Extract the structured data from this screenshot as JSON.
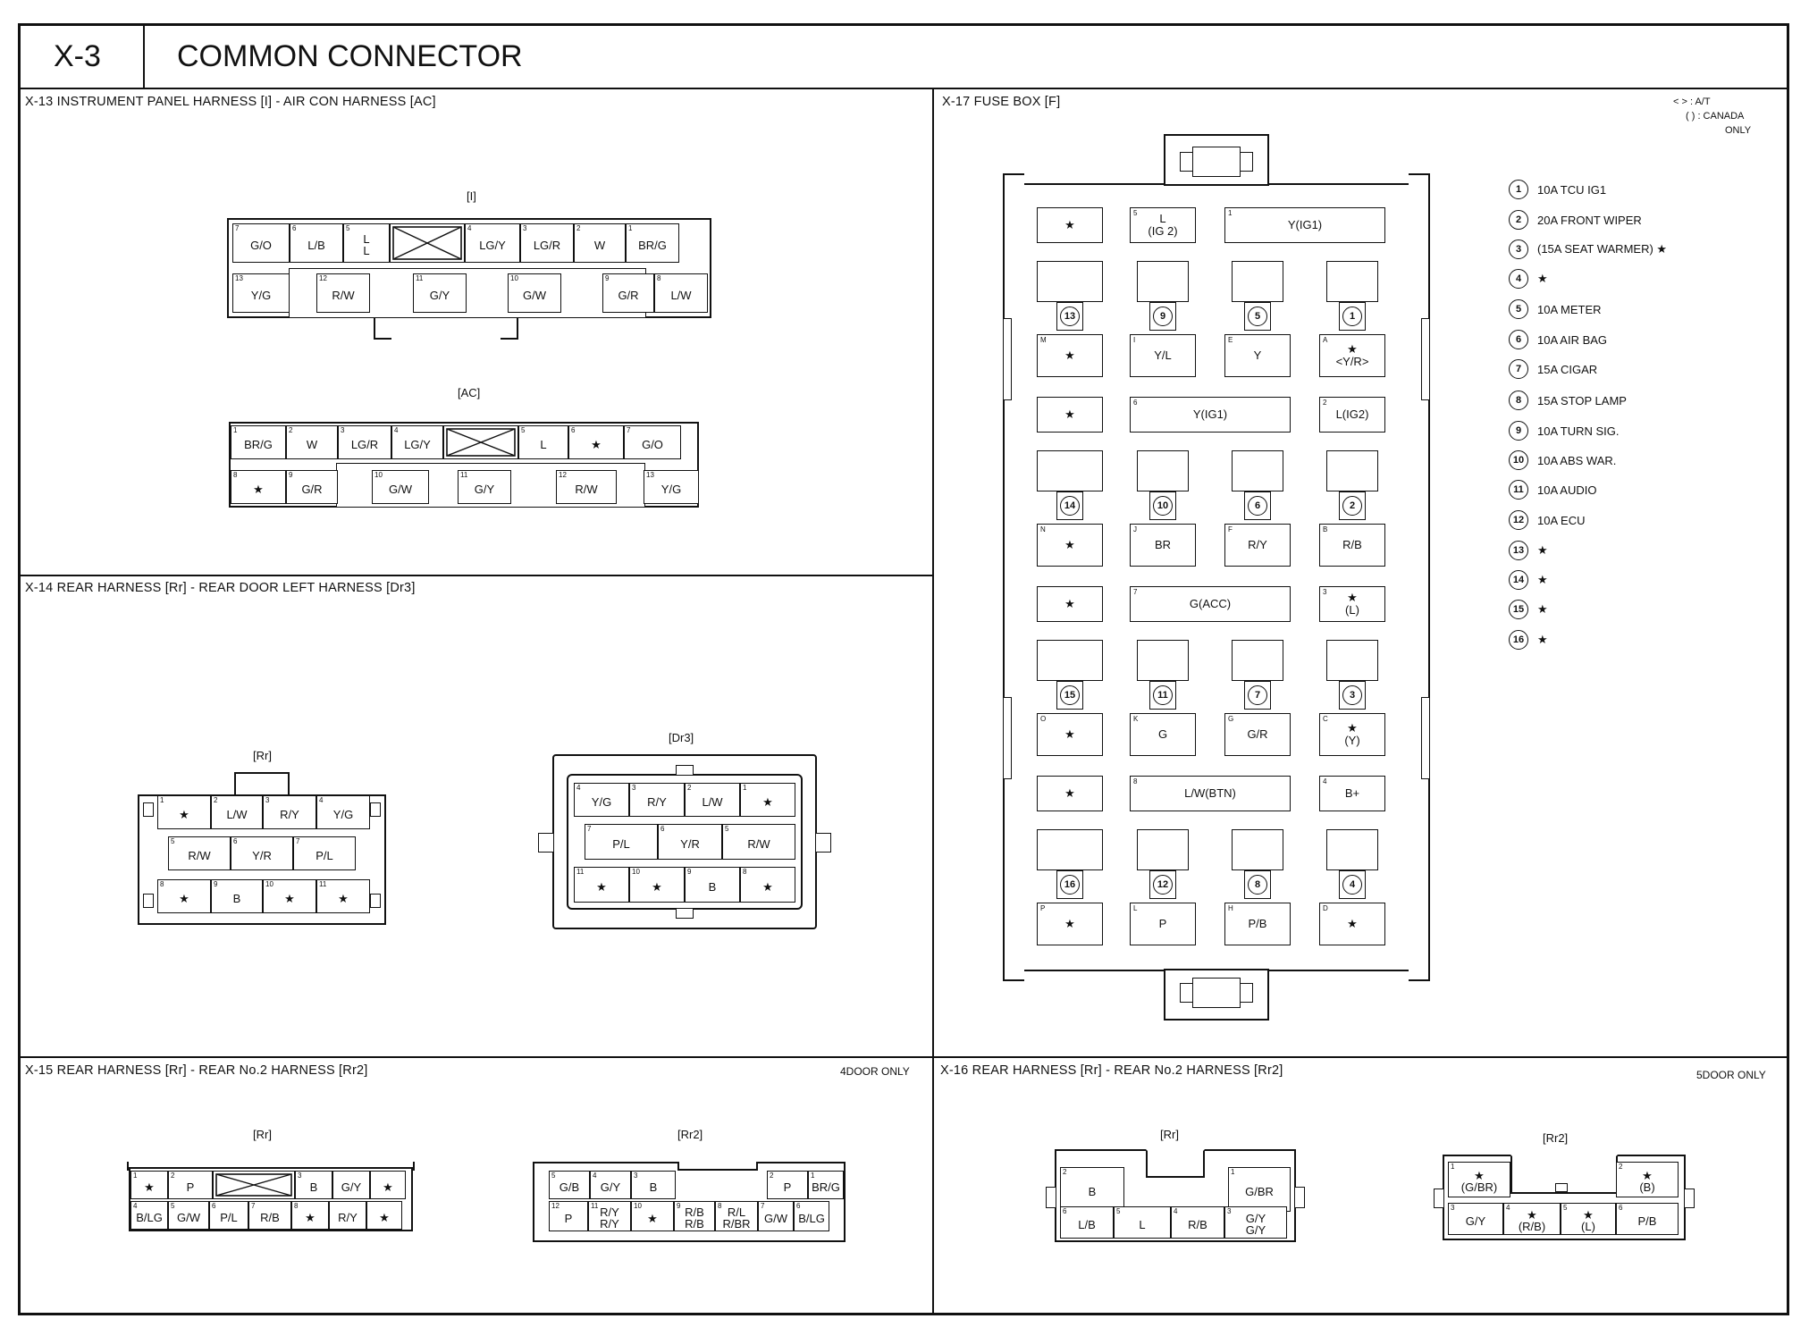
{
  "header": {
    "id": "X-3",
    "title": "COMMON CONNECTOR"
  },
  "sections": {
    "x13": {
      "title": "X-13 INSTRUMENT PANEL HARNESS [I] - AIR CON HARNESS [AC]",
      "i_label": "[I]",
      "ac_label": "[AC]",
      "i_top": [
        [
          "7",
          "G/O"
        ],
        [
          "6",
          "L/B"
        ],
        [
          "5",
          "L\nL"
        ],
        [
          "",
          ""
        ],
        [
          "4",
          "LG/Y"
        ],
        [
          "3",
          "LG/R"
        ],
        [
          "2",
          "W"
        ],
        [
          "1",
          "BR/G"
        ]
      ],
      "i_bot": [
        [
          "13",
          "Y/G"
        ],
        [
          "12",
          "R/W"
        ],
        [
          "11",
          "G/Y"
        ],
        [
          "10",
          "G/W"
        ],
        [
          "9",
          "G/R"
        ],
        [
          "8",
          "L/W"
        ]
      ],
      "ac_top": [
        [
          "1",
          "BR/G"
        ],
        [
          "2",
          "W"
        ],
        [
          "3",
          "LG/R"
        ],
        [
          "4",
          "LG/Y"
        ],
        [
          "",
          ""
        ],
        [
          "5",
          "L"
        ],
        [
          "6",
          "★"
        ],
        [
          "7",
          "G/O"
        ]
      ],
      "ac_bot": [
        [
          "8",
          "★"
        ],
        [
          "9",
          "G/R"
        ],
        [
          "10",
          "G/W"
        ],
        [
          "11",
          "G/Y"
        ],
        [
          "12",
          "R/W"
        ],
        [
          "13",
          "Y/G"
        ]
      ]
    },
    "x14": {
      "title": "X-14 REAR HARNESS [Rr] - REAR DOOR LEFT HARNESS [Dr3]",
      "rr_label": "[Rr]",
      "dr3_label": "[Dr3]",
      "rr_r1": [
        [
          "1",
          "★"
        ],
        [
          "2",
          "L/W"
        ],
        [
          "3",
          "R/Y"
        ],
        [
          "4",
          "Y/G"
        ]
      ],
      "rr_r2": [
        [
          "5",
          "R/W"
        ],
        [
          "6",
          "Y/R"
        ],
        [
          "7",
          "P/L"
        ]
      ],
      "rr_r3": [
        [
          "8",
          "★"
        ],
        [
          "9",
          "B"
        ],
        [
          "10",
          "★"
        ],
        [
          "11",
          "★"
        ]
      ],
      "dr_r1": [
        [
          "4",
          "Y/G"
        ],
        [
          "3",
          "R/Y"
        ],
        [
          "2",
          "L/W"
        ],
        [
          "1",
          "★"
        ]
      ],
      "dr_r2": [
        [
          "7",
          "P/L"
        ],
        [
          "6",
          "Y/R"
        ],
        [
          "5",
          "R/W"
        ]
      ],
      "dr_r3": [
        [
          "11",
          "★"
        ],
        [
          "10",
          "★"
        ],
        [
          "9",
          "B"
        ],
        [
          "8",
          "★"
        ]
      ]
    },
    "x15": {
      "title": "X-15 REAR HARNESS [Rr] - REAR No.2 HARNESS [Rr2]",
      "note": "4DOOR ONLY",
      "rr_label": "[Rr]",
      "rr2_label": "[Rr2]",
      "rr_r1": [
        [
          "1",
          "★"
        ],
        [
          "2",
          "P"
        ],
        [
          "",
          ""
        ],
        [
          "3",
          "B"
        ],
        [
          "",
          "G/Y"
        ],
        [
          "",
          "★"
        ]
      ],
      "rr_r2": [
        [
          "4",
          "B/LG"
        ],
        [
          "5",
          "G/W"
        ],
        [
          "6",
          "P/L"
        ],
        [
          "7",
          "R/B"
        ],
        [
          "8",
          "★"
        ],
        [
          "",
          "R/Y"
        ],
        [
          "",
          "★"
        ]
      ],
      "rr2_r1": [
        [
          "5",
          "G/B"
        ],
        [
          "4",
          "G/Y"
        ],
        [
          "3",
          "B"
        ],
        [
          "2",
          "P"
        ],
        [
          "1",
          "BR/G"
        ]
      ],
      "rr2_r2": [
        [
          "12",
          "P"
        ],
        [
          "11",
          "R/Y\nR/Y"
        ],
        [
          "10",
          "★"
        ],
        [
          "9",
          "R/B\nR/B"
        ],
        [
          "8",
          "R/L\nR/BR"
        ],
        [
          "7",
          "G/W"
        ],
        [
          "6",
          "B/LG"
        ]
      ]
    },
    "x16": {
      "title": "X-16 REAR HARNESS [Rr] - REAR No.2 HARNESS [Rr2]",
      "note": "5DOOR ONLY",
      "rr_label": "[Rr]",
      "rr2_label": "[Rr2]",
      "rr_r1": [
        [
          "2",
          "B"
        ],
        [
          "1",
          "G/BR"
        ]
      ],
      "rr_r2": [
        [
          "6",
          "L/B"
        ],
        [
          "5",
          "L"
        ],
        [
          "4",
          "R/B"
        ],
        [
          "3",
          "G/Y\nG/Y"
        ]
      ],
      "rr2_r1": [
        [
          "1",
          "★\n(G/BR)"
        ],
        [
          "2",
          "★\n(B)"
        ]
      ],
      "rr2_r2": [
        [
          "3",
          "G/Y"
        ],
        [
          "4",
          "★\n(R/B)"
        ],
        [
          "5",
          "★\n(L)"
        ],
        [
          "6",
          "P/B"
        ]
      ]
    },
    "x17": {
      "title": "X-17 FUSE BOX [F]",
      "note1": "< > : A/T",
      "note2": "( ) : CANADA",
      "note3": "ONLY",
      "slots": {
        "r1_top": [
          [
            "",
            "★"
          ],
          [
            "5",
            "L\n(IG 2)"
          ],
          [
            "1",
            "Y(IG1)"
          ]
        ],
        "r1_bot": [
          [
            "M",
            "★"
          ],
          [
            "I",
            "Y/L"
          ],
          [
            "E",
            "Y"
          ],
          [
            "A",
            "★\n<Y/R>"
          ]
        ],
        "r2_top": [
          [
            "",
            "★"
          ],
          [
            "6",
            "Y(IG1)"
          ],
          [
            "2",
            "L(IG2)"
          ]
        ],
        "r2_bot": [
          [
            "N",
            "★"
          ],
          [
            "J",
            "BR"
          ],
          [
            "F",
            "R/Y"
          ],
          [
            "B",
            "R/B"
          ]
        ],
        "r3_top": [
          [
            "",
            "★"
          ],
          [
            "7",
            "G(ACC)"
          ],
          [
            "3",
            "★\n(L)"
          ]
        ],
        "r3_bot": [
          [
            "O",
            "★"
          ],
          [
            "K",
            "G"
          ],
          [
            "G",
            "G/R"
          ],
          [
            "C",
            "★\n(Y)"
          ]
        ],
        "r4_top": [
          [
            "",
            "★"
          ],
          [
            "8",
            "L/W(BTN)"
          ],
          [
            "4",
            "B+"
          ]
        ],
        "r4_bot": [
          [
            "P",
            "★"
          ],
          [
            "L",
            "P"
          ],
          [
            "H",
            "P/B"
          ],
          [
            "D",
            "★"
          ]
        ]
      },
      "fuse_nums": [
        [
          "13",
          "9",
          "5",
          "1"
        ],
        [
          "14",
          "10",
          "6",
          "2"
        ],
        [
          "15",
          "11",
          "7",
          "3"
        ],
        [
          "16",
          "12",
          "8",
          "4"
        ]
      ],
      "legend": [
        [
          "1",
          "10A TCU IG1"
        ],
        [
          "2",
          "20A FRONT WIPER"
        ],
        [
          "3",
          "(15A SEAT WARMER) ★"
        ],
        [
          "4",
          "★"
        ],
        [
          "5",
          "10A METER"
        ],
        [
          "6",
          "10A AIR BAG"
        ],
        [
          "7",
          "15A CIGAR"
        ],
        [
          "8",
          "15A STOP LAMP"
        ],
        [
          "9",
          "10A TURN SIG."
        ],
        [
          "10",
          "10A ABS WAR."
        ],
        [
          "11",
          "10A AUDIO"
        ],
        [
          "12",
          "10A ECU"
        ],
        [
          "13",
          "★"
        ],
        [
          "14",
          "★"
        ],
        [
          "15",
          "★"
        ],
        [
          "16",
          "★"
        ]
      ]
    }
  }
}
